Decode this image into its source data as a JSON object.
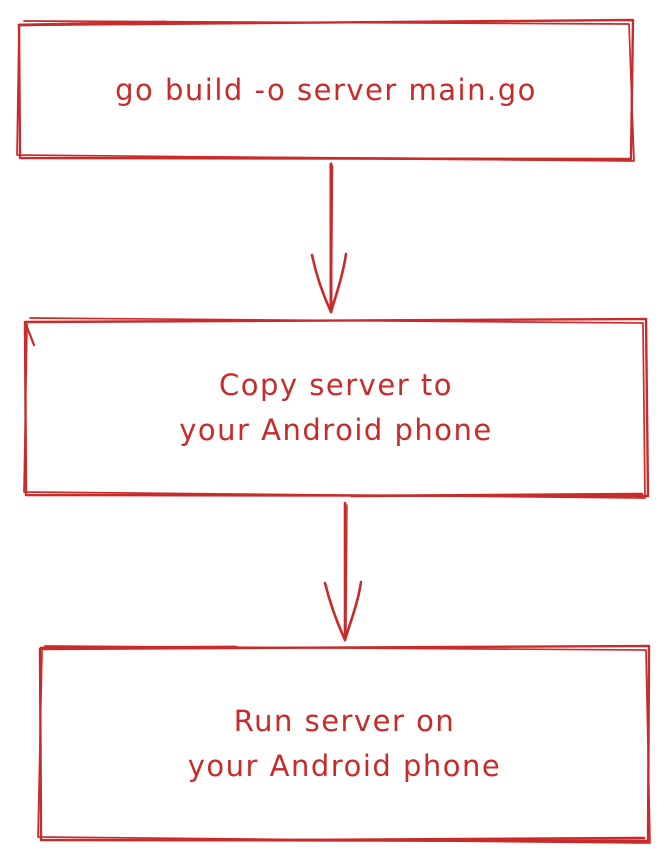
{
  "diagram": {
    "style": "hand-drawn-sketch",
    "background_color": "#ffffff",
    "stroke_color": "#c92a2a",
    "nodes": [
      {
        "id": "build-command",
        "shape": "rectangle",
        "lines": [
          "go build -o server main.go"
        ]
      },
      {
        "id": "copy-server",
        "shape": "rectangle",
        "lines": [
          "Copy server to",
          "your Android phone"
        ]
      },
      {
        "id": "run-server",
        "shape": "rectangle",
        "lines": [
          "Run server on",
          "your Android phone"
        ]
      }
    ],
    "edges": [
      {
        "from": "build-command",
        "to": "copy-server",
        "direction": "down",
        "arrowhead": "v"
      },
      {
        "from": "copy-server",
        "to": "run-server",
        "direction": "down",
        "arrowhead": "v"
      }
    ]
  }
}
